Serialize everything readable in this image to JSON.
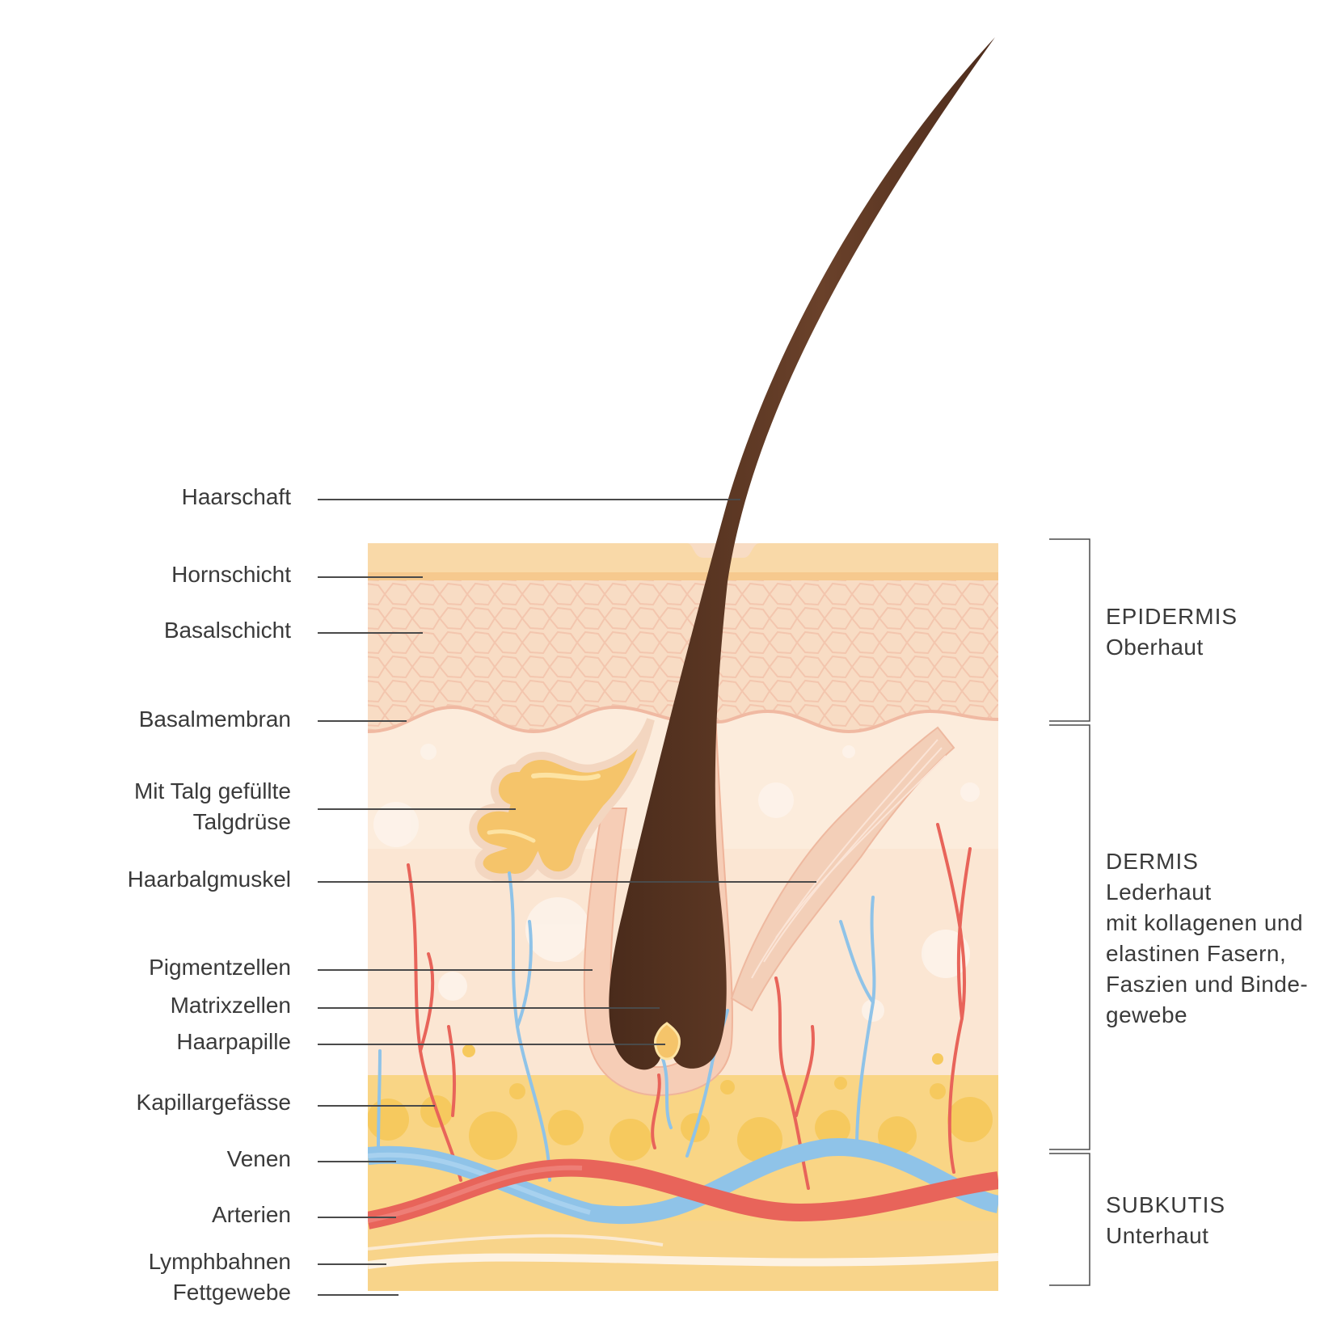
{
  "labels": [
    {
      "id": "haarschaft",
      "text": "Haarschaft"
    },
    {
      "id": "hornschicht",
      "text": "Hornschicht"
    },
    {
      "id": "basalschicht",
      "text": "Basalschicht"
    },
    {
      "id": "basalmembran",
      "text": "Basalmembran"
    },
    {
      "id": "talgdruese",
      "lines": [
        "Mit Talg gefüllte",
        "Talgdrüse"
      ]
    },
    {
      "id": "haarbalgmuskel",
      "text": "Haarbalgmuskel"
    },
    {
      "id": "pigmentzellen",
      "text": "Pigmentzellen"
    },
    {
      "id": "matrixzellen",
      "text": "Matrixzellen"
    },
    {
      "id": "haarpapille",
      "text": "Haarpapille"
    },
    {
      "id": "kapillargefaesse",
      "text": "Kapillargefässe"
    },
    {
      "id": "venen",
      "text": "Venen"
    },
    {
      "id": "arterien",
      "text": "Arterien"
    },
    {
      "id": "lymphbahnen",
      "text": "Lymphbahnen"
    },
    {
      "id": "fettgewebe",
      "text": "Fettgewebe"
    }
  ],
  "layers": {
    "epidermis": {
      "title": "EPIDERMIS",
      "lines": [
        "Oberhaut"
      ]
    },
    "dermis": {
      "title": "DERMIS",
      "lines": [
        "Lederhaut",
        "mit kollagenen und",
        "elastinen Fasern,",
        "Faszien und Binde-",
        "gewebe"
      ]
    },
    "subkutis": {
      "title": "SUBKUTIS",
      "lines": [
        "Unterhaut"
      ]
    }
  },
  "colors": {
    "hair": "#5a3522",
    "epidermis": "#f8dcc4",
    "horn_layer": "#f6c98e",
    "dermis": "#fbe6d3",
    "fat": "#f9d585",
    "vein": "#8fc3e8",
    "artery": "#e8645a",
    "gland": "#f5c46a",
    "muscle": "#f3cfb8"
  }
}
